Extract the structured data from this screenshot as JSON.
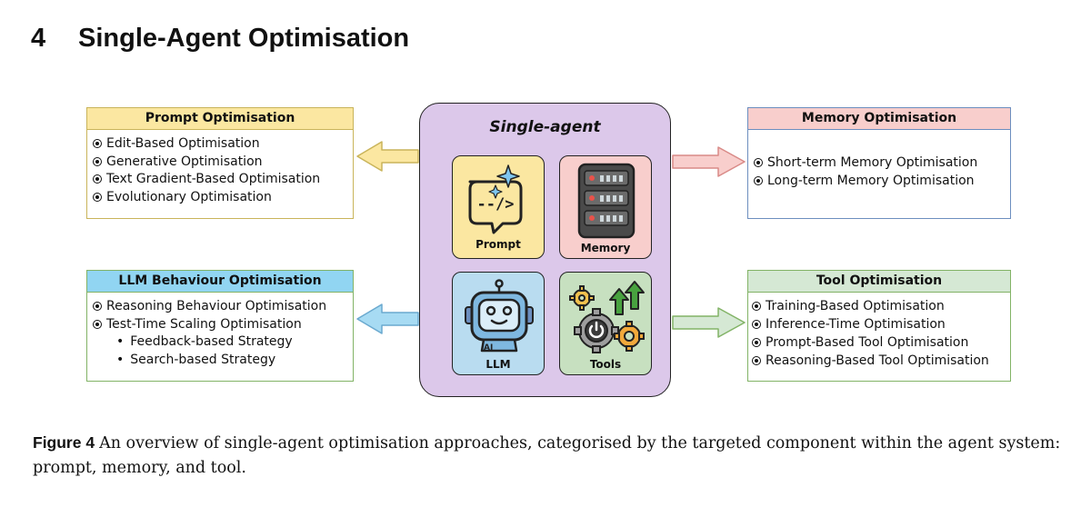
{
  "section": {
    "number": "4",
    "title": "Single-Agent Optimisation"
  },
  "prompt_opt": {
    "title": "Prompt Optimisation",
    "items": [
      "Edit-Based Optimisation",
      "Generative Optimisation",
      "Text Gradient-Based Optimisation",
      "Evolutionary Optimisation"
    ]
  },
  "memory_opt": {
    "title": "Memory Optimisation",
    "items": [
      "Short-term Memory Optimisation",
      "Long-term Memory Optimisation"
    ]
  },
  "llm_opt": {
    "title": "LLM Behaviour Optimisation",
    "items": [
      "Reasoning Behaviour Optimisation",
      "Test-Time Scaling Optimisation"
    ],
    "subitems": [
      "Feedback-based Strategy",
      "Search-based Strategy"
    ]
  },
  "tool_opt": {
    "title": "Tool Optimisation",
    "items": [
      "Training-Based Optimisation",
      "Inference-Time Optimisation",
      "Prompt-Based Tool Optimisation",
      "Reasoning-Based Tool Optimisation"
    ]
  },
  "agent": {
    "title": "Single-agent",
    "tiles": {
      "prompt": "Prompt",
      "memory": "Memory",
      "llm": "LLM",
      "tools": "Tools"
    },
    "llm_badge": "AI",
    "prompt_code": "--/>"
  },
  "caption": {
    "label": "Figure 4",
    "text": "An overview of single-agent optimisation approaches, categorised by the targeted component within the agent system: prompt, memory, and tool."
  },
  "colors": {
    "prompt": "#fbe7a1",
    "memory": "#f8cecc",
    "llm": "#91d5f2",
    "tool": "#d5e8d4",
    "agent": "#dcc8ea"
  }
}
